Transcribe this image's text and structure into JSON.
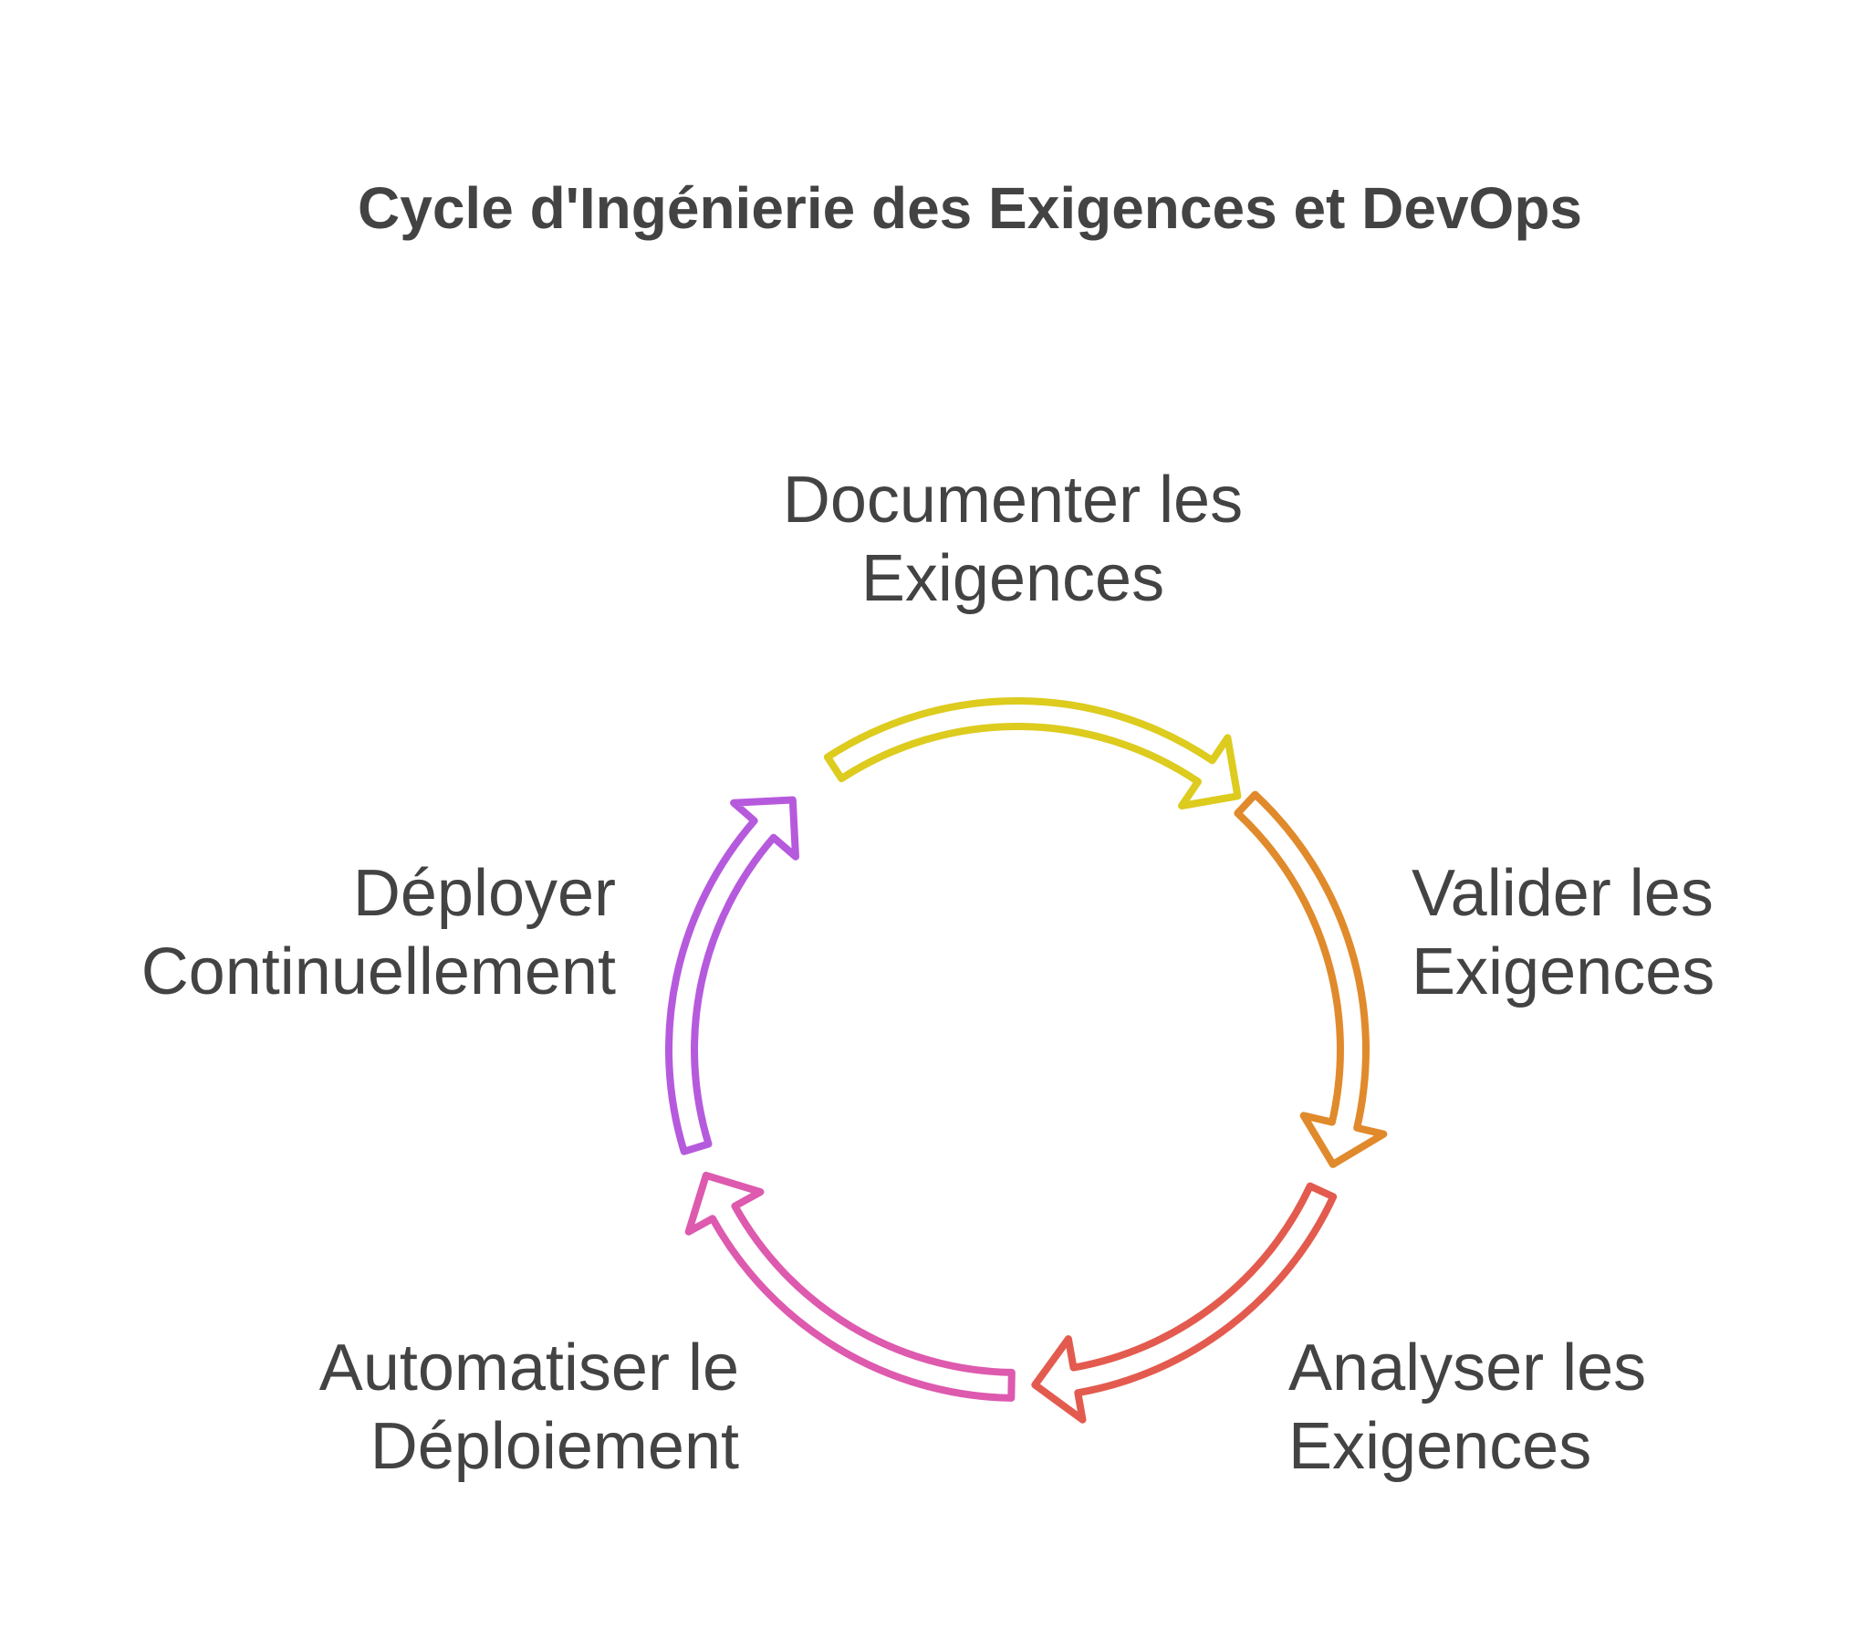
{
  "title": "Cycle d'Ingénierie des Exigences et DevOps",
  "steps": [
    {
      "line1": "Documenter les",
      "line2": "Exigences",
      "color": "#DDCB1E"
    },
    {
      "line1": "Valider les",
      "line2": "Exigences",
      "color": "#E08A2C"
    },
    {
      "line1": "Analyser les",
      "line2": "Exigences",
      "color": "#E35B4E"
    },
    {
      "line1": "Automatiser le",
      "line2": "Déploiement",
      "color": "#DD5AAE"
    },
    {
      "line1": "Déployer",
      "line2": "Continuellement",
      "color": "#B65ADD"
    }
  ]
}
